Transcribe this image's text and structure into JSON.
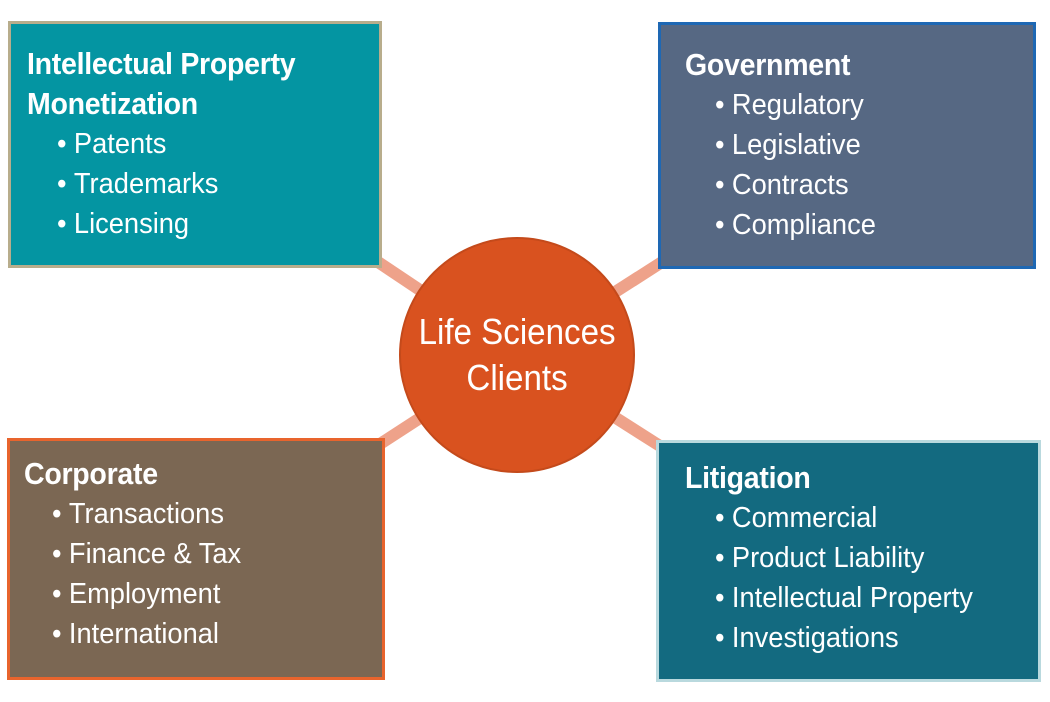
{
  "colors": {
    "ip_box": "#0495a2",
    "government_box": "#566883",
    "corporate_box": "#7b6753",
    "litigation_box": "#136a80",
    "center_circle": "#d9521f",
    "connector": "#eea28a"
  },
  "center": {
    "line1": "Life Sciences",
    "line2": "Clients"
  },
  "ip": {
    "title_line1": "Intellectual Property",
    "title_line2": "Monetization",
    "items": [
      "Patents",
      "Trademarks",
      "Licensing"
    ]
  },
  "government": {
    "title": "Government",
    "items": [
      "Regulatory",
      "Legislative",
      "Contracts",
      "Compliance"
    ]
  },
  "corporate": {
    "title": "Corporate",
    "items": [
      "Transactions",
      "Finance & Tax",
      "Employment",
      "International"
    ]
  },
  "litigation": {
    "title": "Litigation",
    "items": [
      "Commercial",
      "Product Liability",
      "Intellectual Property",
      "Investigations"
    ]
  },
  "bullet": "•"
}
